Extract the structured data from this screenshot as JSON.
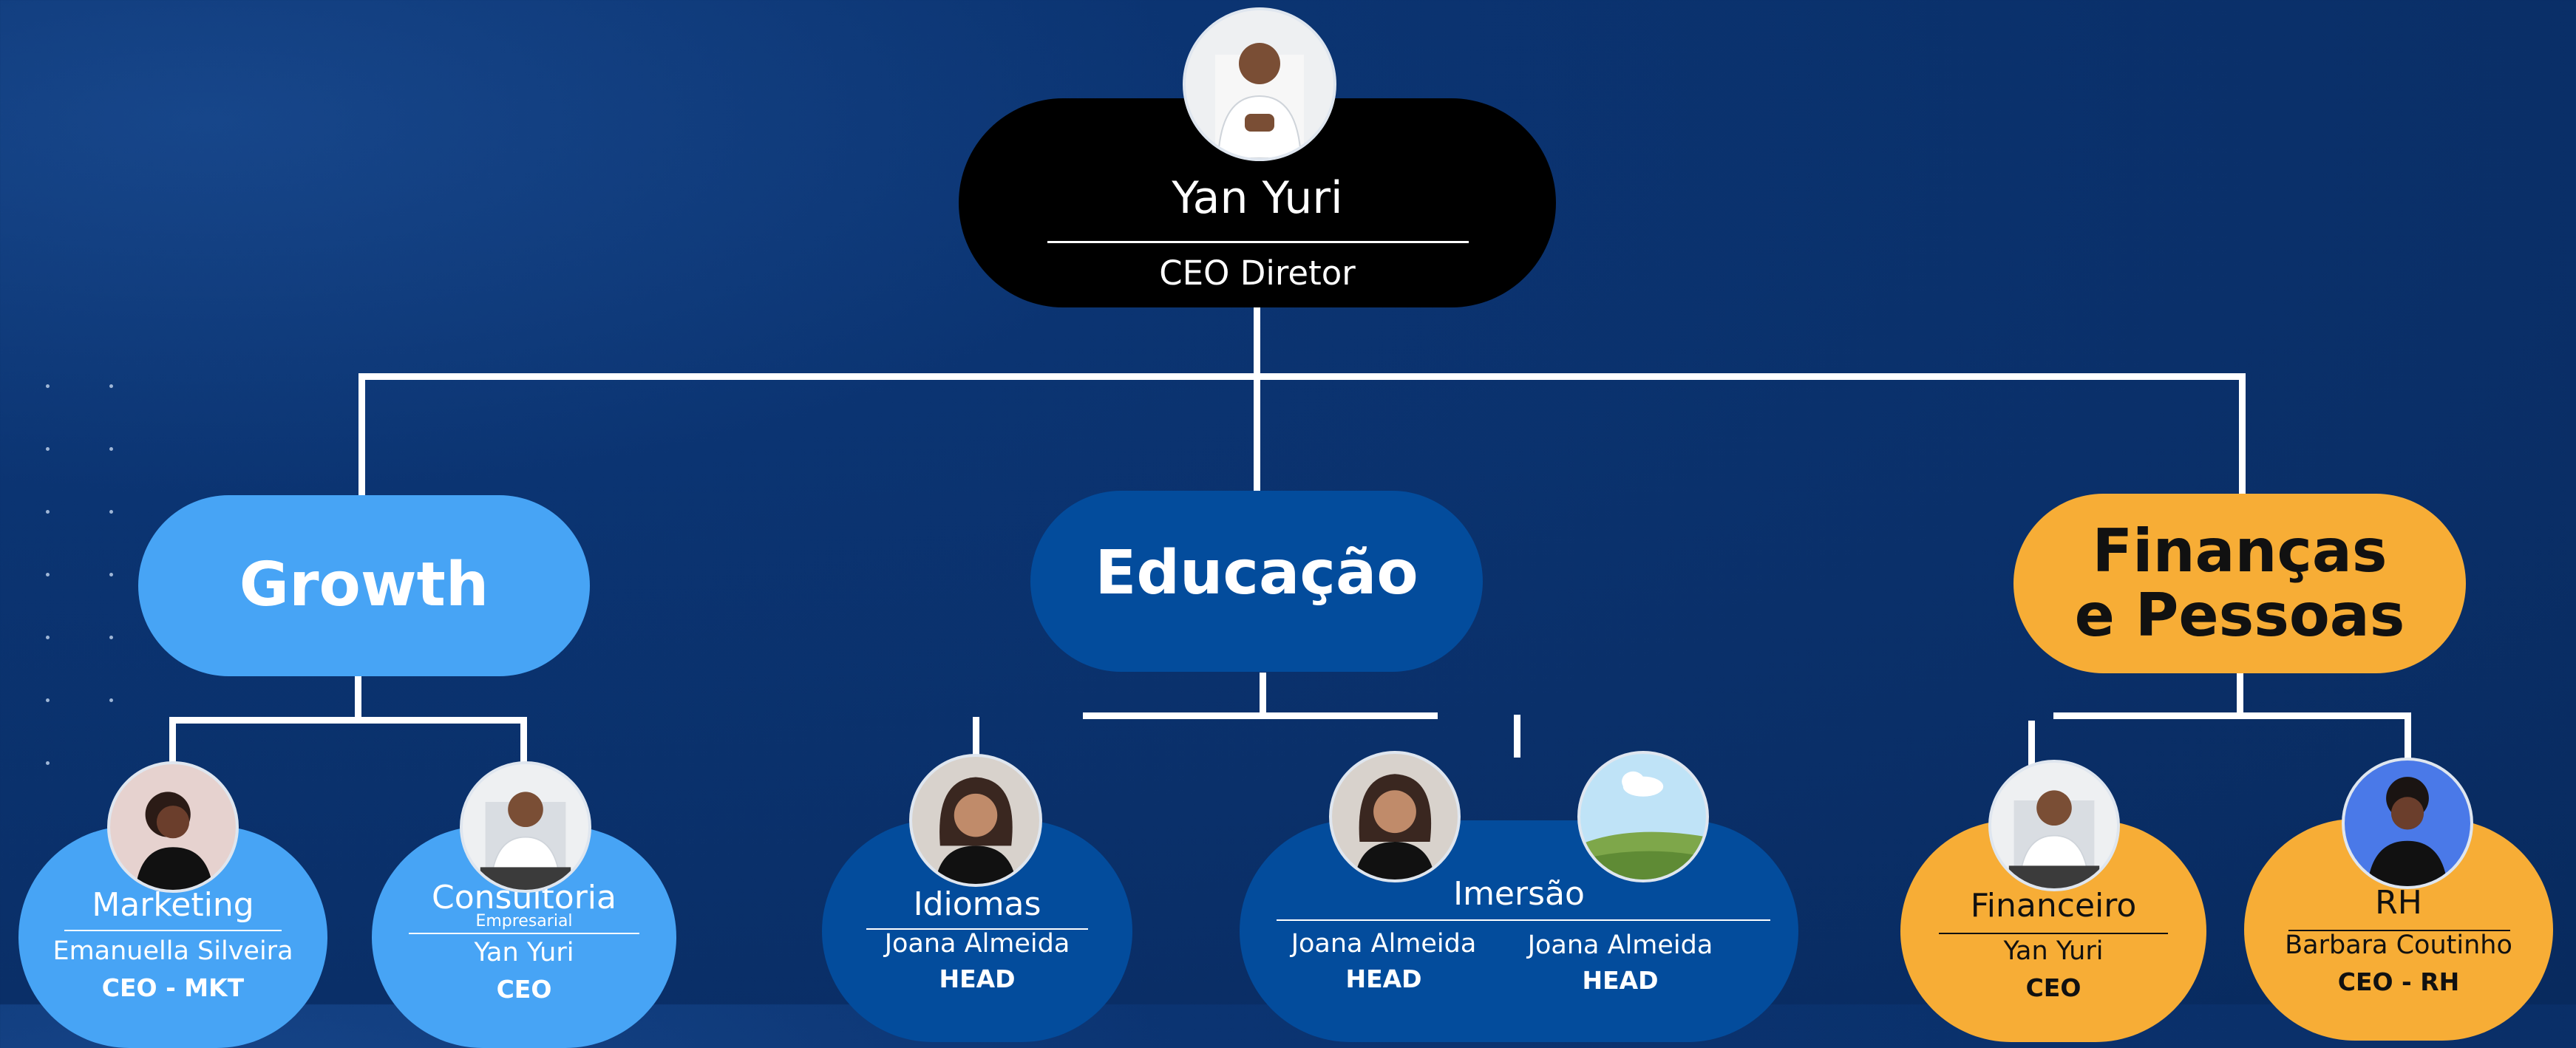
{
  "colors": {
    "background": "#0a2f68",
    "ceo_pill": "#000000",
    "growth": "#47a4f5",
    "educacao": "#034c9c",
    "financas": "#f7ad36",
    "line": "#ffffff"
  },
  "ceo": {
    "name": "Yan Yuri",
    "role": "CEO Diretor"
  },
  "departments": {
    "growth": {
      "title": "Growth"
    },
    "educacao": {
      "title": "Educação"
    },
    "financas": {
      "title_line1": "Finanças",
      "title_line2": "e Pessoas"
    }
  },
  "units": {
    "marketing": {
      "title": "Marketing",
      "person": "Emanuella Silveira",
      "role": "CEO - MKT"
    },
    "consultoria": {
      "title": "Consultoria",
      "subtitle": "Empresarial",
      "person": "Yan Yuri",
      "role": "CEO"
    },
    "idiomas": {
      "title": "Idiomas",
      "person": "Joana Almeida",
      "role": "HEAD"
    },
    "imersao": {
      "title": "Imersão",
      "person_1": "Joana Almeida",
      "role_1": "HEAD",
      "person_2": "Joana Almeida",
      "role_2": "HEAD"
    },
    "financeiro": {
      "title": "Financeiro",
      "person": "Yan Yuri",
      "role": "CEO"
    },
    "rh": {
      "title": "RH",
      "person": "Barbara Coutinho",
      "role": "CEO - RH"
    }
  },
  "icons": {
    "ceo_photo": "person-photo-male-icon",
    "marketing_photo": "person-photo-female-icon",
    "consultoria_photo": "person-photo-male-icon",
    "idiomas_photo": "person-photo-female-icon",
    "imersao_photo_1": "person-photo-female-icon",
    "imersao_photo_2": "landscape-placeholder-icon",
    "financeiro_photo": "person-photo-male-icon",
    "rh_photo": "person-photo-female-icon"
  }
}
